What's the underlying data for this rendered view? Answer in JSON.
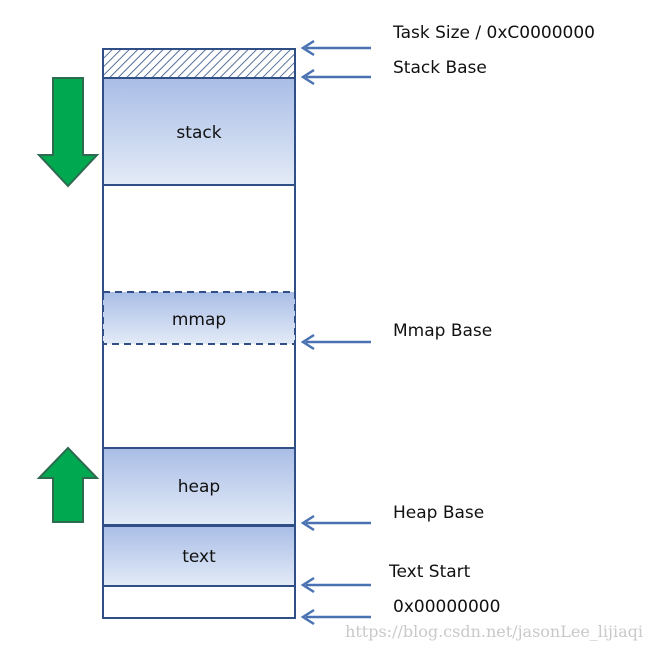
{
  "segments": {
    "stack": "stack",
    "mmap": "mmap",
    "heap": "heap",
    "text": "text"
  },
  "annotations": {
    "task_size": "Task Size / 0xC0000000",
    "stack_base": "Stack Base",
    "mmap_base": "Mmap Base",
    "heap_base": "Heap Base",
    "text_start": "Text Start",
    "zero": "0x00000000"
  },
  "growth": {
    "stack": "down",
    "heap": "up"
  },
  "watermark": "https://blog.csdn.net/jasonLee_lijiaqi",
  "colors": {
    "outline": "#2f4f86",
    "fill_top": "#a9bde6",
    "fill_bottom": "#e3ebf7",
    "arrow_blue": "#4a72b2",
    "growth_green": "#00a84f",
    "growth_stroke": "#2d6a4f"
  }
}
